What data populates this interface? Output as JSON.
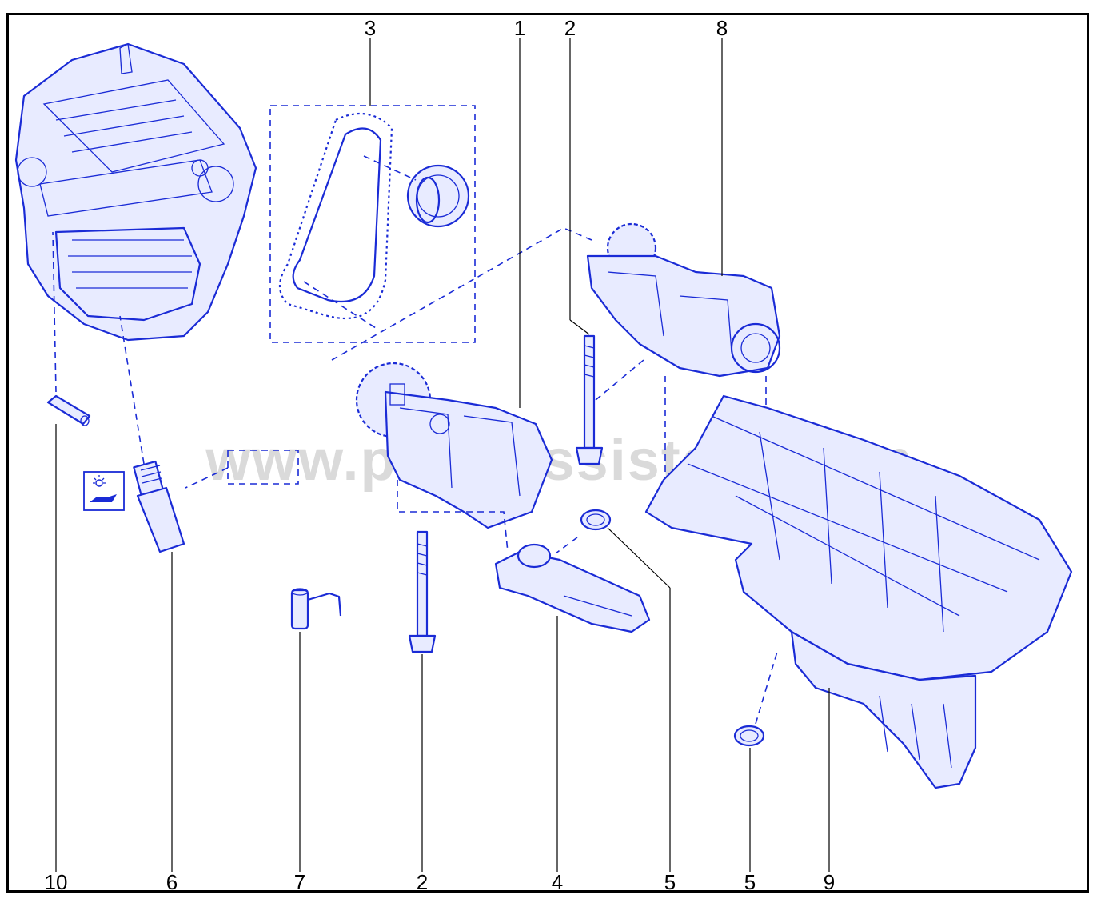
{
  "watermark": "www.partsassistant.com",
  "colors": {
    "line_art": "#1a2bd6",
    "labels": "#000000",
    "watermark": "#bdbdbd"
  },
  "callouts": {
    "top": [
      "3",
      "1",
      "2",
      "8"
    ],
    "bottom": [
      "10",
      "6",
      "7",
      "2",
      "4",
      "5",
      "5",
      "9"
    ]
  },
  "icons": [
    "oil-pressure-warning-icon"
  ]
}
